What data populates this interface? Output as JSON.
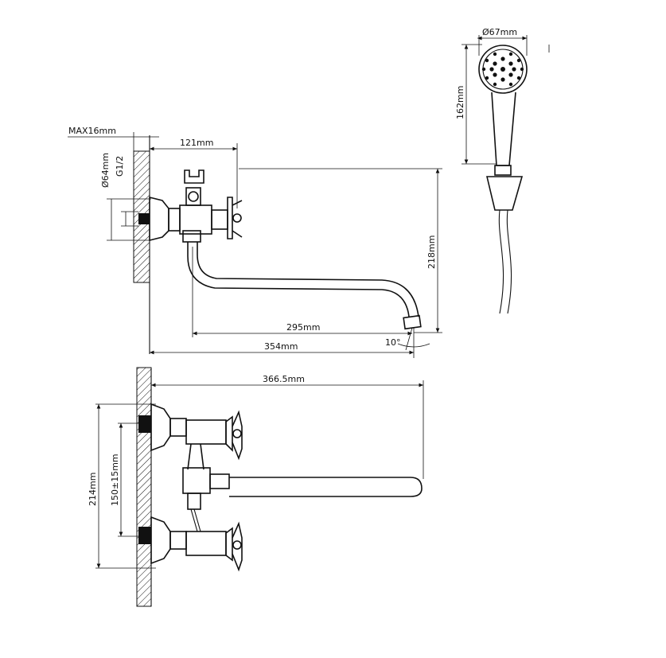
{
  "labels": {
    "max_wall": "MAX16mm",
    "reach_121": "121mm",
    "diameter_64": "Ø64mm",
    "thread": "G1/2",
    "height_218": "218mm",
    "spout_295": "295mm",
    "length_354": "354mm",
    "angle": "10°",
    "head_diameter": "Ø67mm",
    "head_length": "162mm",
    "length_366": "366.5mm",
    "height_214": "214mm",
    "spacing": "150±15mm"
  },
  "colors": {
    "line": "#111111",
    "background": "#ffffff"
  }
}
